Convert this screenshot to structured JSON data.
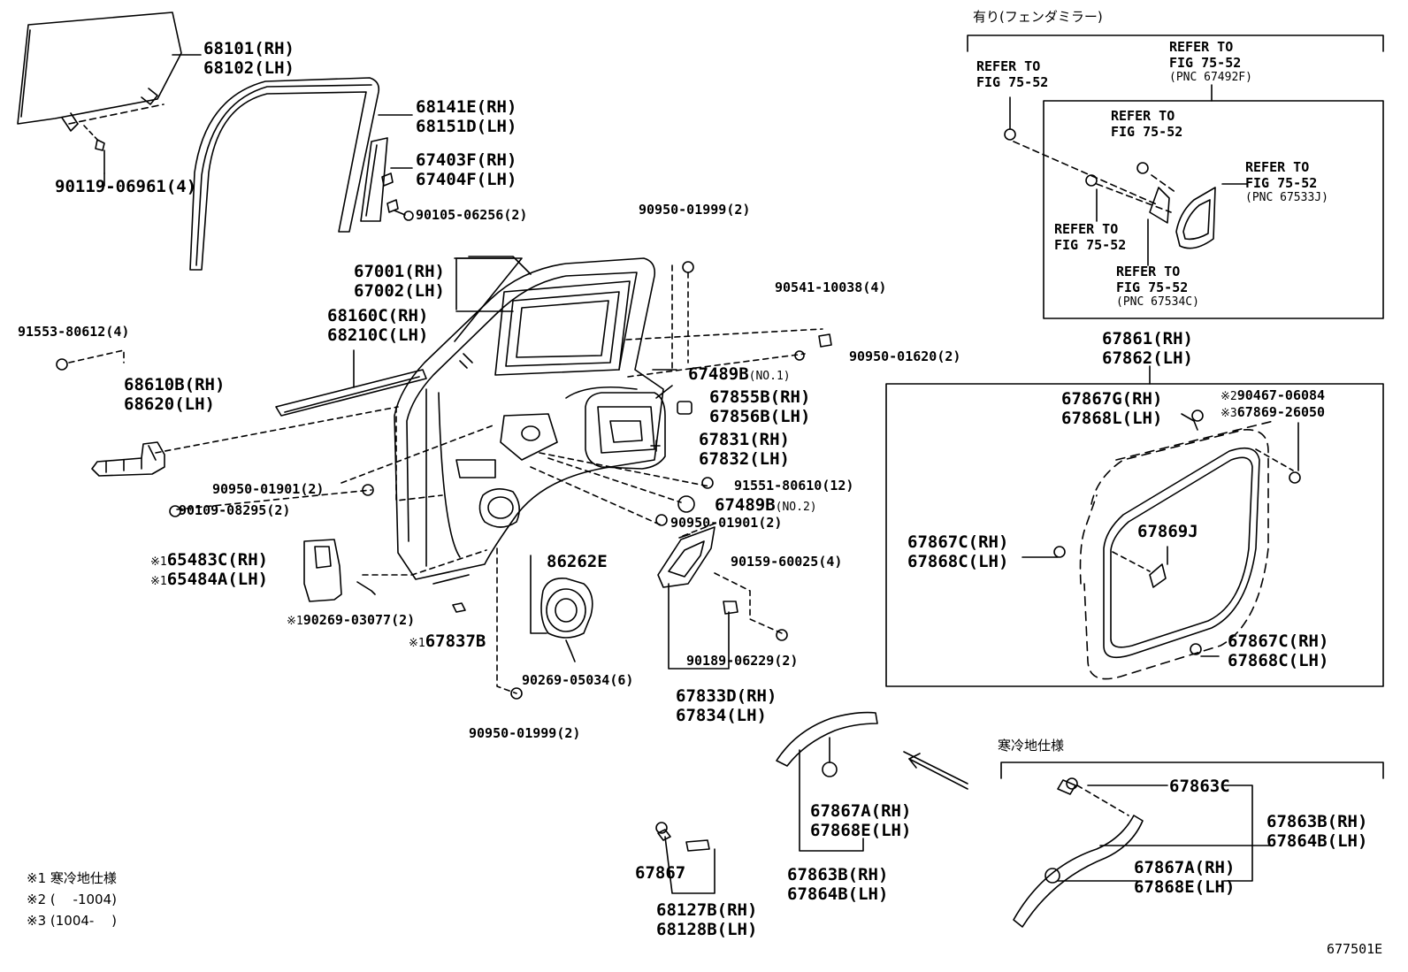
{
  "figure_id": "677501E",
  "sections": {
    "fender_mirror_header": "有り(フェンダミラー)",
    "cold_area_header": "寒冷地仕様"
  },
  "notes": [
    {
      "mark": "※1",
      "text": "寒冷地仕様"
    },
    {
      "mark": "※2",
      "text": "(　 -1004)"
    },
    {
      "mark": "※3",
      "text": "(1004-　 )"
    }
  ],
  "refs": {
    "r1": {
      "line1": "REFER TO",
      "line2": "FIG 75-52"
    },
    "r2": {
      "line1": "REFER TO",
      "line2": "FIG 75-52",
      "line3": "(PNC 67492F)"
    },
    "r3": {
      "line1": "REFER TO",
      "line2": "FIG 75-52"
    },
    "r4": {
      "line1": "REFER TO",
      "line2": "FIG 75-52",
      "line3": "(PNC 67533J)"
    },
    "r5": {
      "line1": "REFER TO",
      "line2": "FIG 75-52"
    },
    "r6": {
      "line1": "REFER TO",
      "line2": "FIG 75-52",
      "line3": "(PNC 67534C)"
    }
  },
  "parts": {
    "p68101": "68101(RH)",
    "p68102": "68102(LH)",
    "p90119": "90119-06961(4)",
    "p68141": "68141E(RH)",
    "p68151": "68151D(LH)",
    "p67403": "67403F(RH)",
    "p67404": "67404F(LH)",
    "p90105": "90105-06256(2)",
    "p90950a": "90950-01999(2)",
    "p67001": "67001(RH)",
    "p67002": "67002(LH)",
    "p68160": "68160C(RH)",
    "p68210": "68210C(LH)",
    "p90541": "90541-10038(4)",
    "p90950b": "90950-01620(2)",
    "p91553": "91553-80612(4)",
    "p68610": "68610B(RH)",
    "p68620": "68620(LH)",
    "p67489a": "67489B",
    "p67489a_sub": "(NO.1)",
    "p67855": "67855B(RH)",
    "p67856": "67856B(LH)",
    "p67831": "67831(RH)",
    "p67832": "67832(LH)",
    "p91551": "91551-80610(12)",
    "p90950c": "90950-01901(2)",
    "p67489b": "67489B",
    "p67489b_sub": "(NO.2)",
    "p90109": "90109-08295(2)",
    "p90950d": "90950-01901(2)",
    "p65483_mark": "※1",
    "p65483": "65483C(RH)",
    "p65484_mark": "※1",
    "p65484": "65484A(LH)",
    "p86262": "86262E",
    "p90159": "90159-60025(4)",
    "p90269a_mark": "※1",
    "p90269a": "90269-03077(2)",
    "p67837_mark": "※1",
    "p67837": "67837B",
    "p90189": "90189-06229(2)",
    "p90269b": "90269-05034(6)",
    "p67833": "67833D(RH)",
    "p67834": "67834(LH)",
    "p90950e": "90950-01999(2)",
    "p67861": "67861(RH)",
    "p67862": "67862(LH)",
    "p67867g": "67867G(RH)",
    "p67868l": "67868L(LH)",
    "p90467_mark": "※2",
    "p90467": "90467-06084",
    "p67869_mark": "※3",
    "p67869": "67869-26050",
    "p67869j": "67869J",
    "p67867c1": "67867C(RH)",
    "p67868c1": "67868C(LH)",
    "p67867c2": "67867C(RH)",
    "p67868c2": "67868C(LH)",
    "p67867a1": "67867A(RH)",
    "p67868e1": "67868E(LH)",
    "p67863b1": "67863B(RH)",
    "p67864b1": "67864B(LH)",
    "p67867": "67867",
    "p68127": "68127B(RH)",
    "p68128": "68128B(LH)",
    "p67863c": "67863C",
    "p67863b2": "67863B(RH)",
    "p67864b2": "67864B(LH)",
    "p67867a2": "67867A(RH)",
    "p67868e2": "67868E(LH)"
  },
  "colors": {
    "ink": "#000000",
    "paper": "#ffffff"
  }
}
